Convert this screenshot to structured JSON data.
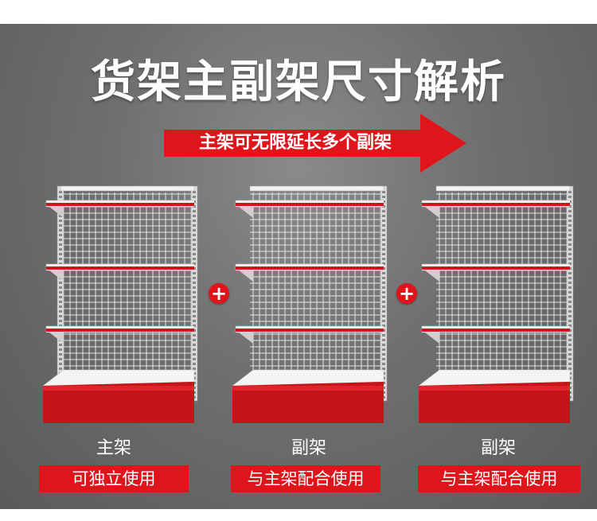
{
  "title": "货架主副架尺寸解析",
  "arrow_text": "主架可无限延长多个副架",
  "shelves": [
    {
      "label": "主架",
      "tag": "可独立使用"
    },
    {
      "label": "副架",
      "tag": "与主架配合使用"
    },
    {
      "label": "副架",
      "tag": "与主架配合使用"
    }
  ],
  "plus_symbol": "+",
  "colors": {
    "accent": "#e0141b",
    "background": "#6f6f6f",
    "text": "#ffffff"
  }
}
